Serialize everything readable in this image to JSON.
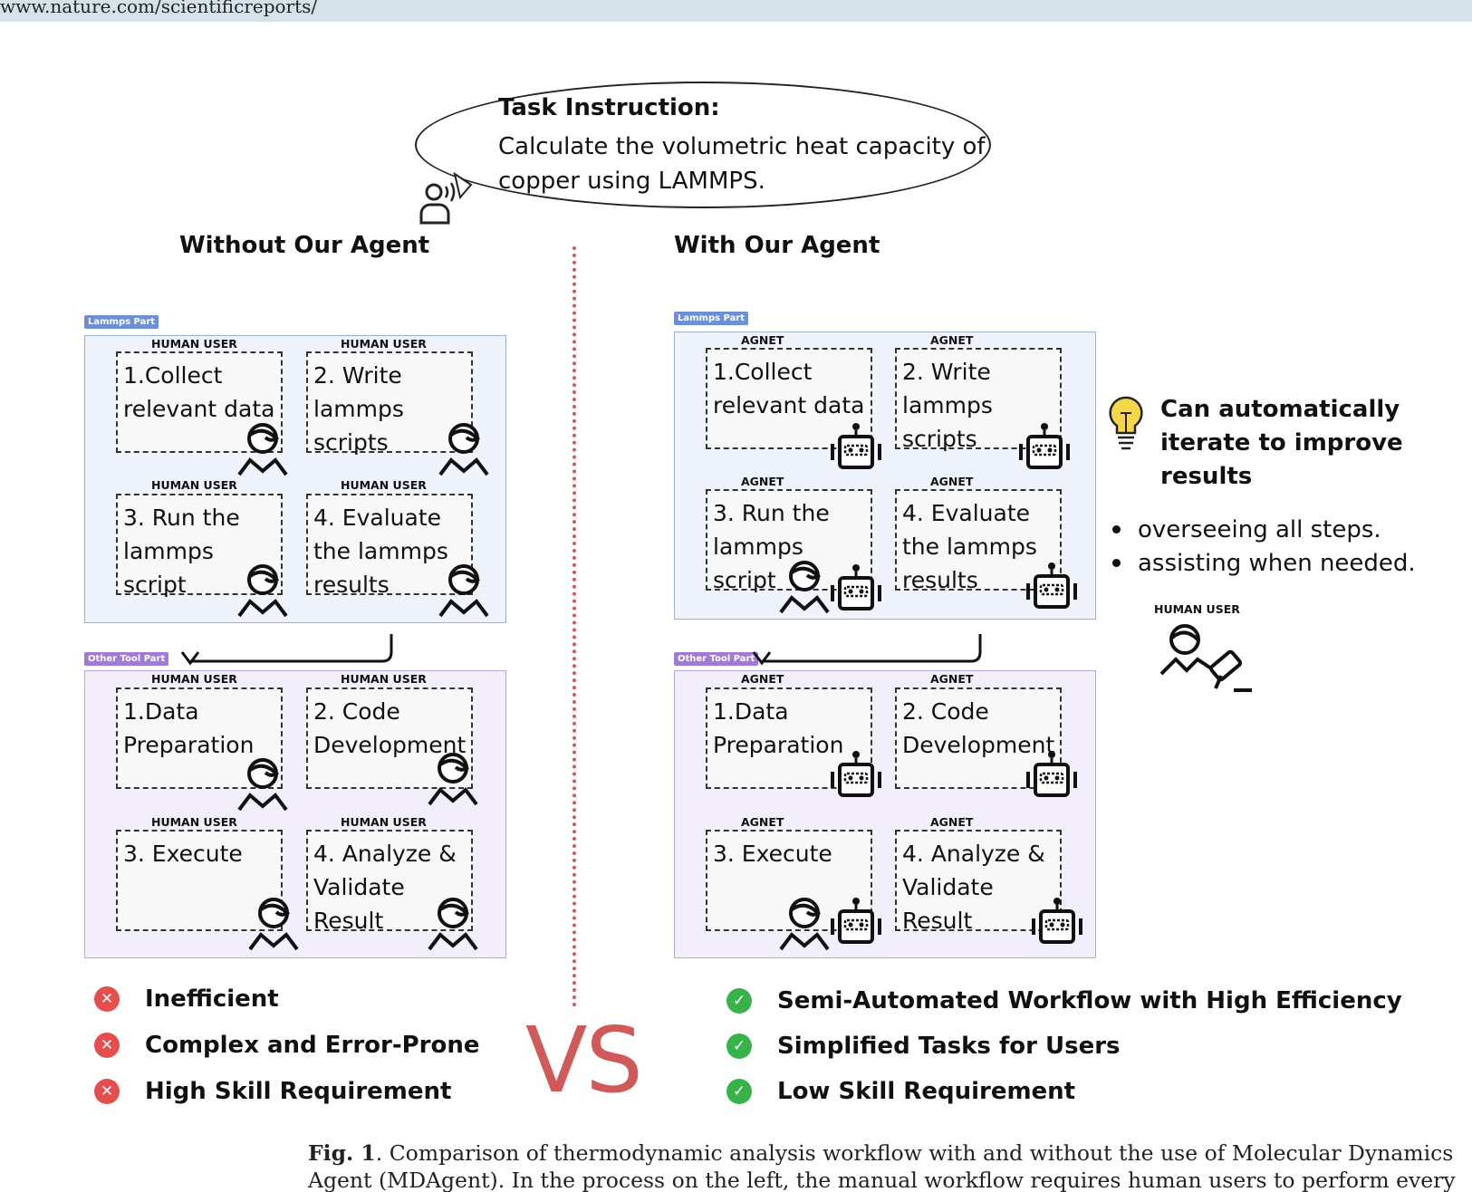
{
  "header_url": "www.nature.com/scientificreports/",
  "task": {
    "title": "Task Instruction:",
    "line1": "Calculate the volumetric heat capacity of",
    "line2": "copper using LAMMPS."
  },
  "left": {
    "heading": "Without Our Agent",
    "lammps_tag": "Lammps Part",
    "other_tag": "Other Tool Part",
    "lammps_steps": [
      {
        "role": "HUMAN USER",
        "text": "1.Collect\nrelevant data"
      },
      {
        "role": "HUMAN USER",
        "text": "2. Write\nlammps scripts"
      },
      {
        "role": "HUMAN USER",
        "text": "3. Run the\nlammps script"
      },
      {
        "role": "HUMAN USER",
        "text": "4. Evaluate\nthe lammps\nresults"
      }
    ],
    "other_steps": [
      {
        "role": "HUMAN USER",
        "text": "1.Data\nPreparation"
      },
      {
        "role": "HUMAN USER",
        "text": "2. Code\nDevelopment"
      },
      {
        "role": "HUMAN USER",
        "text": "3. Execute"
      },
      {
        "role": "HUMAN USER",
        "text": "4. Analyze &\nValidate\nResult"
      }
    ],
    "drawbacks": [
      "Inefficient",
      "Complex and Error-Prone",
      "High Skill Requirement"
    ]
  },
  "right": {
    "heading": "With Our Agent",
    "lammps_tag": "Lammps Part",
    "other_tag": "Other Tool Part",
    "lammps_steps": [
      {
        "role": "AGNET",
        "text": "1.Collect\nrelevant data"
      },
      {
        "role": "AGNET",
        "text": "2. Write\nlammps scripts"
      },
      {
        "role": "AGNET",
        "text": "3. Run the\nlammps script"
      },
      {
        "role": "AGNET",
        "text": "4. Evaluate\nthe lammps\nresults"
      }
    ],
    "other_steps": [
      {
        "role": "AGNET",
        "text": "1.Data\nPreparation"
      },
      {
        "role": "AGNET",
        "text": "2. Code\nDevelopment"
      },
      {
        "role": "AGNET",
        "text": "3. Execute"
      },
      {
        "role": "AGNET",
        "text": "4. Analyze &\nValidate\nResult"
      }
    ],
    "benefits": [
      "Semi-Automated Workflow with High Efficiency",
      "Simplified Tasks for Users",
      "Low Skill Requirement"
    ]
  },
  "vs": "VS",
  "note": {
    "title": "Can automatically\niterate to improve\nresults",
    "bullets": [
      "overseeing all steps.",
      "assisting when needed."
    ],
    "role": "HUMAN USER"
  },
  "caption": {
    "label": "Fig. 1",
    "line1": ". Comparison of thermodynamic analysis workflow with and without the use of Molecular Dynamics",
    "line2": "Agent (MDAgent). In the process on the left, the manual workflow requires human users to perform every"
  },
  "colors": {
    "cross": "#e64d4d",
    "check": "#37b34a",
    "vs": "#d05a5a",
    "lammps_panel": "#eef3fc",
    "other_panel": "#f2eefb"
  }
}
